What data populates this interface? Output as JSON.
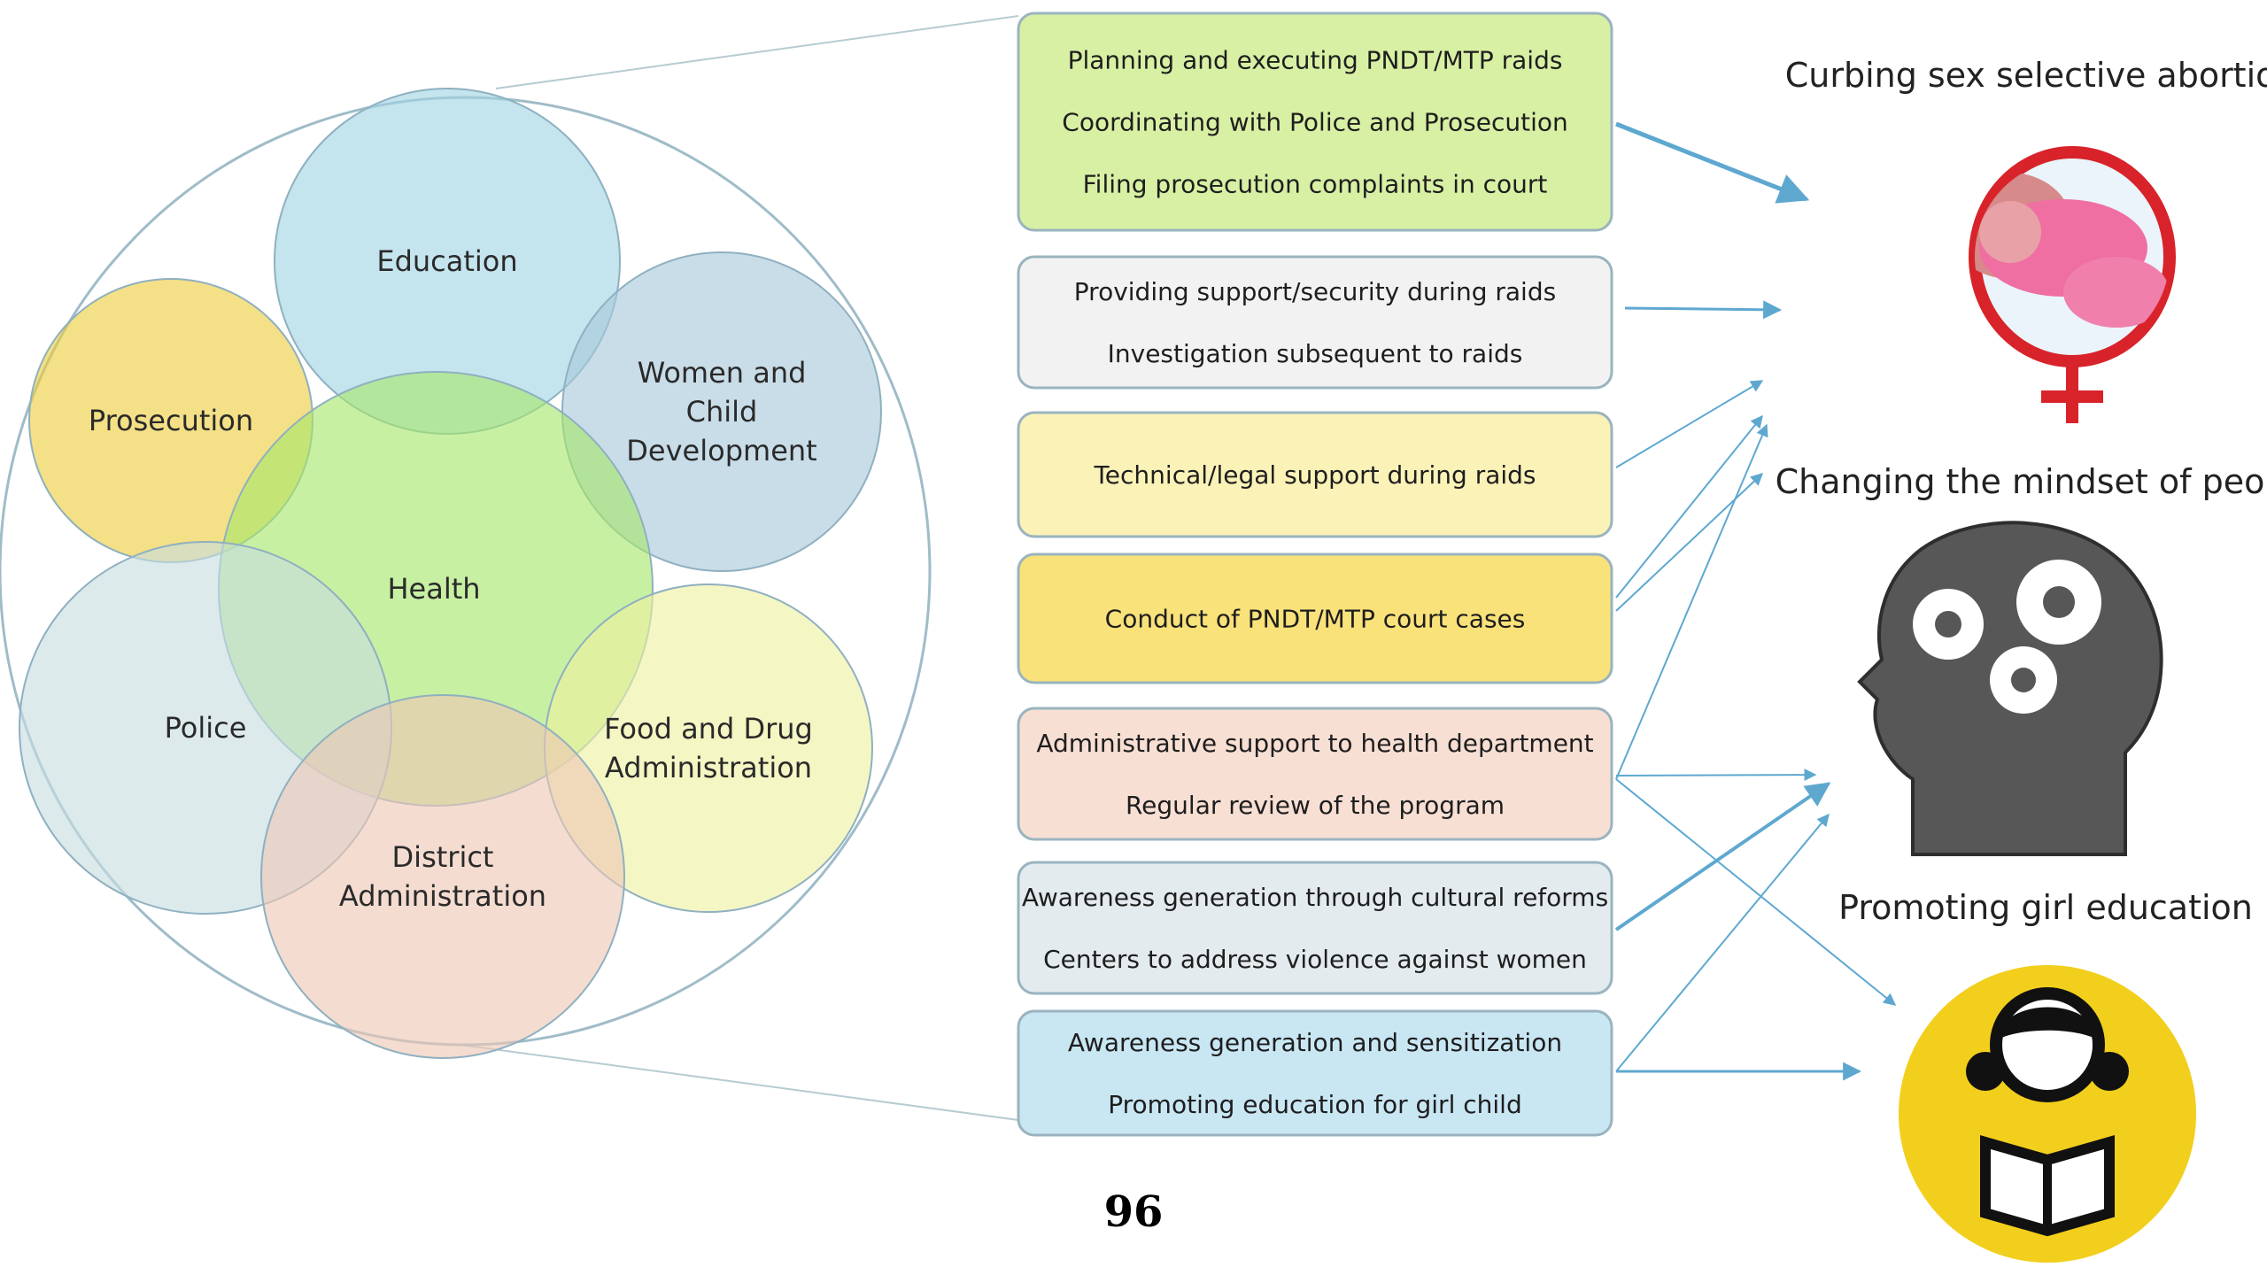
{
  "circles": [
    {
      "key": "education",
      "label_lines": [
        "Education"
      ],
      "color": "#9fd3e3"
    },
    {
      "key": "prosecution",
      "label_lines": [
        "Prosecution"
      ],
      "color": "#eecd3c"
    },
    {
      "key": "women-child",
      "label_lines": [
        "Women and",
        "Child",
        "Development"
      ],
      "color": "#a7c8da"
    },
    {
      "key": "health",
      "label_lines": [
        "Health"
      ],
      "color": "#a7e66a"
    },
    {
      "key": "police",
      "label_lines": [
        "Police"
      ],
      "color": "#c7dde0"
    },
    {
      "key": "food-drug",
      "label_lines": [
        "Food and Drug",
        "Administration"
      ],
      "color": "#eef0a0"
    },
    {
      "key": "district",
      "label_lines": [
        "District",
        "Administration"
      ],
      "color": "#edc6b4"
    }
  ],
  "boxes": [
    {
      "key": "health",
      "lines": [
        "Planning and executing PNDT/MTP raids",
        "Coordinating with Police and Prosecution",
        "Filing prosecution complaints in court"
      ],
      "color": "#d8f0a4"
    },
    {
      "key": "police",
      "lines": [
        "Providing support/security during raids",
        "Investigation subsequent to raids"
      ],
      "color": "#f2f2f2"
    },
    {
      "key": "food-drug",
      "lines": [
        "Technical/legal support during raids"
      ],
      "color": "#fbf2b8"
    },
    {
      "key": "prosecution",
      "lines": [
        "Conduct of PNDT/MTP court cases"
      ],
      "color": "#f9e27a"
    },
    {
      "key": "district",
      "lines": [
        "Administrative support to health department",
        "Regular review of the program"
      ],
      "color": "#f8dfd4"
    },
    {
      "key": "women-child",
      "lines": [
        "Awareness generation through cultural reforms",
        "Centers to address violence against women"
      ],
      "color": "#e3ebee"
    },
    {
      "key": "education",
      "lines": [
        "Awareness generation and sensitization",
        "Promoting education for girl child"
      ],
      "color": "#c9e6f3"
    }
  ],
  "outcomes": [
    {
      "key": "abortions",
      "label": "Curbing sex selective abortions",
      "icon": "female-symbol-baby-icon"
    },
    {
      "key": "mindset",
      "label": "Changing the mindset of people",
      "icon": "head-gears-icon"
    },
    {
      "key": "education",
      "label": "Promoting girl education",
      "icon": "girl-reading-icon"
    }
  ],
  "colors": {
    "arrow": "#5ea8d0",
    "outline": "#8fb3c0",
    "female_symbol": "#d8232a",
    "head": "#555555",
    "girl_circle": "#f2cf1c"
  },
  "page_number": "96"
}
